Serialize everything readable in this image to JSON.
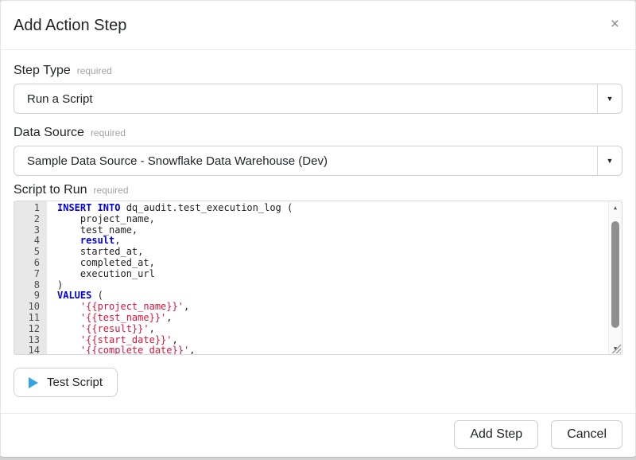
{
  "modal": {
    "title": "Add Action Step",
    "close_icon": "×"
  },
  "fields": {
    "step_type": {
      "label": "Step Type",
      "required": "required",
      "value": "Run a Script"
    },
    "data_source": {
      "label": "Data Source",
      "required": "required",
      "value": "Sample Data Source - Snowflake Data Warehouse (Dev)"
    },
    "script": {
      "label": "Script to Run",
      "required": "required"
    }
  },
  "editor": {
    "language": "sql",
    "lines": [
      {
        "num": "1",
        "segments": [
          [
            "kw",
            "INSERT INTO"
          ],
          [
            "pl",
            " dq_audit.test_execution_log ("
          ]
        ]
      },
      {
        "num": "2",
        "segments": [
          [
            "pl",
            "    project_name,"
          ]
        ]
      },
      {
        "num": "3",
        "segments": [
          [
            "pl",
            "    test_name,"
          ]
        ]
      },
      {
        "num": "4",
        "segments": [
          [
            "pl",
            "    "
          ],
          [
            "kw",
            "result"
          ],
          [
            "pl",
            ","
          ]
        ]
      },
      {
        "num": "5",
        "segments": [
          [
            "pl",
            "    started_at,"
          ]
        ]
      },
      {
        "num": "6",
        "segments": [
          [
            "pl",
            "    completed_at,"
          ]
        ]
      },
      {
        "num": "7",
        "segments": [
          [
            "pl",
            "    execution_url"
          ]
        ]
      },
      {
        "num": "8",
        "segments": [
          [
            "pl",
            ")"
          ]
        ]
      },
      {
        "num": "9",
        "segments": [
          [
            "kw",
            "VALUES"
          ],
          [
            "pl",
            " ("
          ]
        ]
      },
      {
        "num": "10",
        "segments": [
          [
            "pl",
            "    "
          ],
          [
            "str",
            "'{{project_name}}'"
          ],
          [
            "pl",
            ","
          ]
        ]
      },
      {
        "num": "11",
        "segments": [
          [
            "pl",
            "    "
          ],
          [
            "str",
            "'{{test_name}}'"
          ],
          [
            "pl",
            ","
          ]
        ]
      },
      {
        "num": "12",
        "segments": [
          [
            "pl",
            "    "
          ],
          [
            "str",
            "'{{result}}'"
          ],
          [
            "pl",
            ","
          ]
        ]
      },
      {
        "num": "13",
        "segments": [
          [
            "pl",
            "    "
          ],
          [
            "str",
            "'{{start_date}}'"
          ],
          [
            "pl",
            ","
          ]
        ]
      },
      {
        "num": "14",
        "segments": [
          [
            "pl",
            "    "
          ],
          [
            "str",
            "'{{complete_date}}'"
          ],
          [
            "pl",
            ","
          ]
        ]
      }
    ],
    "colors": {
      "keyword": "#0000e6",
      "string": "#dc143c",
      "plain": "#1f1f1f",
      "gutter_bg": "#e8e8e8",
      "line_number": "#4d4d4d"
    }
  },
  "buttons": {
    "test_script": "Test Script",
    "add_step": "Add Step",
    "cancel": "Cancel"
  },
  "icons": {
    "play_color": "#35a3e8",
    "dropdown_caret": "▼",
    "scroll_up": "▲",
    "scroll_down": "▼"
  }
}
